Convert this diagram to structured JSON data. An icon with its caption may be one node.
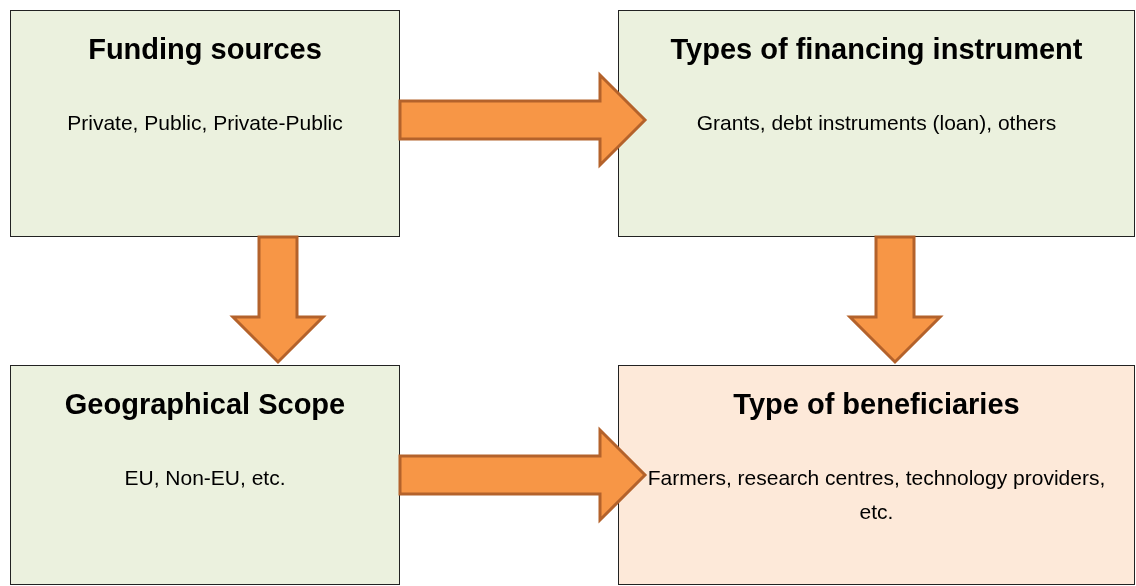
{
  "diagram": {
    "nodes": [
      {
        "text": [
          "Funding sources",
          "Private, Public, Private-Public"
        ]
      },
      {
        "text": [
          "Types of financing instrument",
          "Grants, debt instruments (loan), others"
        ]
      },
      {
        "text": [
          "Geographical Scope",
          "EU, Non-EU, etc."
        ]
      },
      {
        "text": [
          "Type of beneficiaries",
          "Farmers, research centres, technology providers, etc."
        ]
      }
    ],
    "edges": [
      {
        "from": 0,
        "to": 1,
        "arrow": "to"
      },
      {
        "from": 0,
        "to": 2,
        "arrow": "to"
      },
      {
        "from": 1,
        "to": 3,
        "arrow": "to"
      },
      {
        "from": 2,
        "to": 3,
        "arrow": "to"
      }
    ]
  }
}
